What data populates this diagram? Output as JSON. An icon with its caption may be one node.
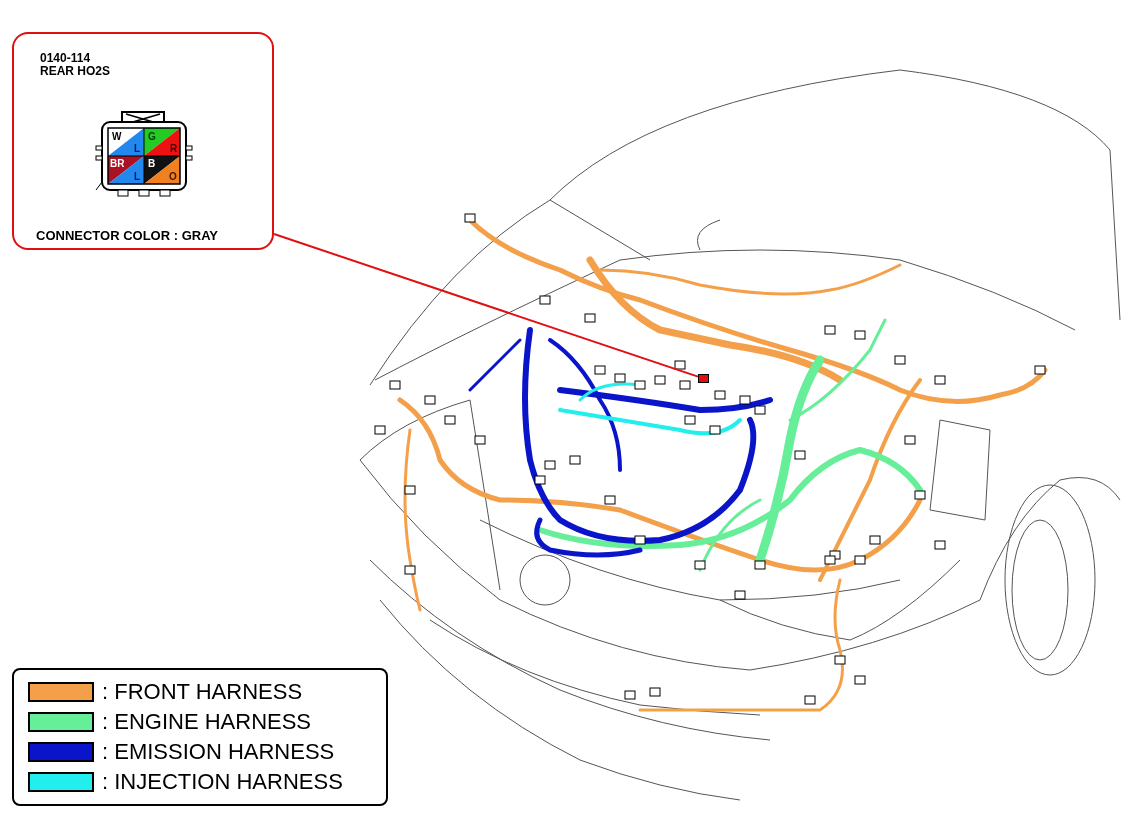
{
  "diagram": {
    "nodes": [
      {
        "text": [
          "0140-114 REAR HO2S",
          "CONNECTOR COLOR : GRAY"
        ]
      },
      {
        "text": [],
        "shape": "box"
      }
    ],
    "edges": [
      {
        "from": 0,
        "to": 1,
        "arrow": "none",
        "color": "#e01010"
      }
    ],
    "labels": [
      "W",
      "L",
      "G",
      "R",
      "BR",
      "L",
      "B",
      "O"
    ],
    "legend": [
      {
        "text": ": FRONT HARNESS",
        "color": "#f4a04a"
      },
      {
        "text": ": ENGINE HARNESS",
        "color": "#66ee99"
      },
      {
        "text": ": EMISSION HARNESS",
        "color": "#0a14c8"
      },
      {
        "text": ": INJECTION HARNESS",
        "color": "#22eeee"
      }
    ]
  }
}
